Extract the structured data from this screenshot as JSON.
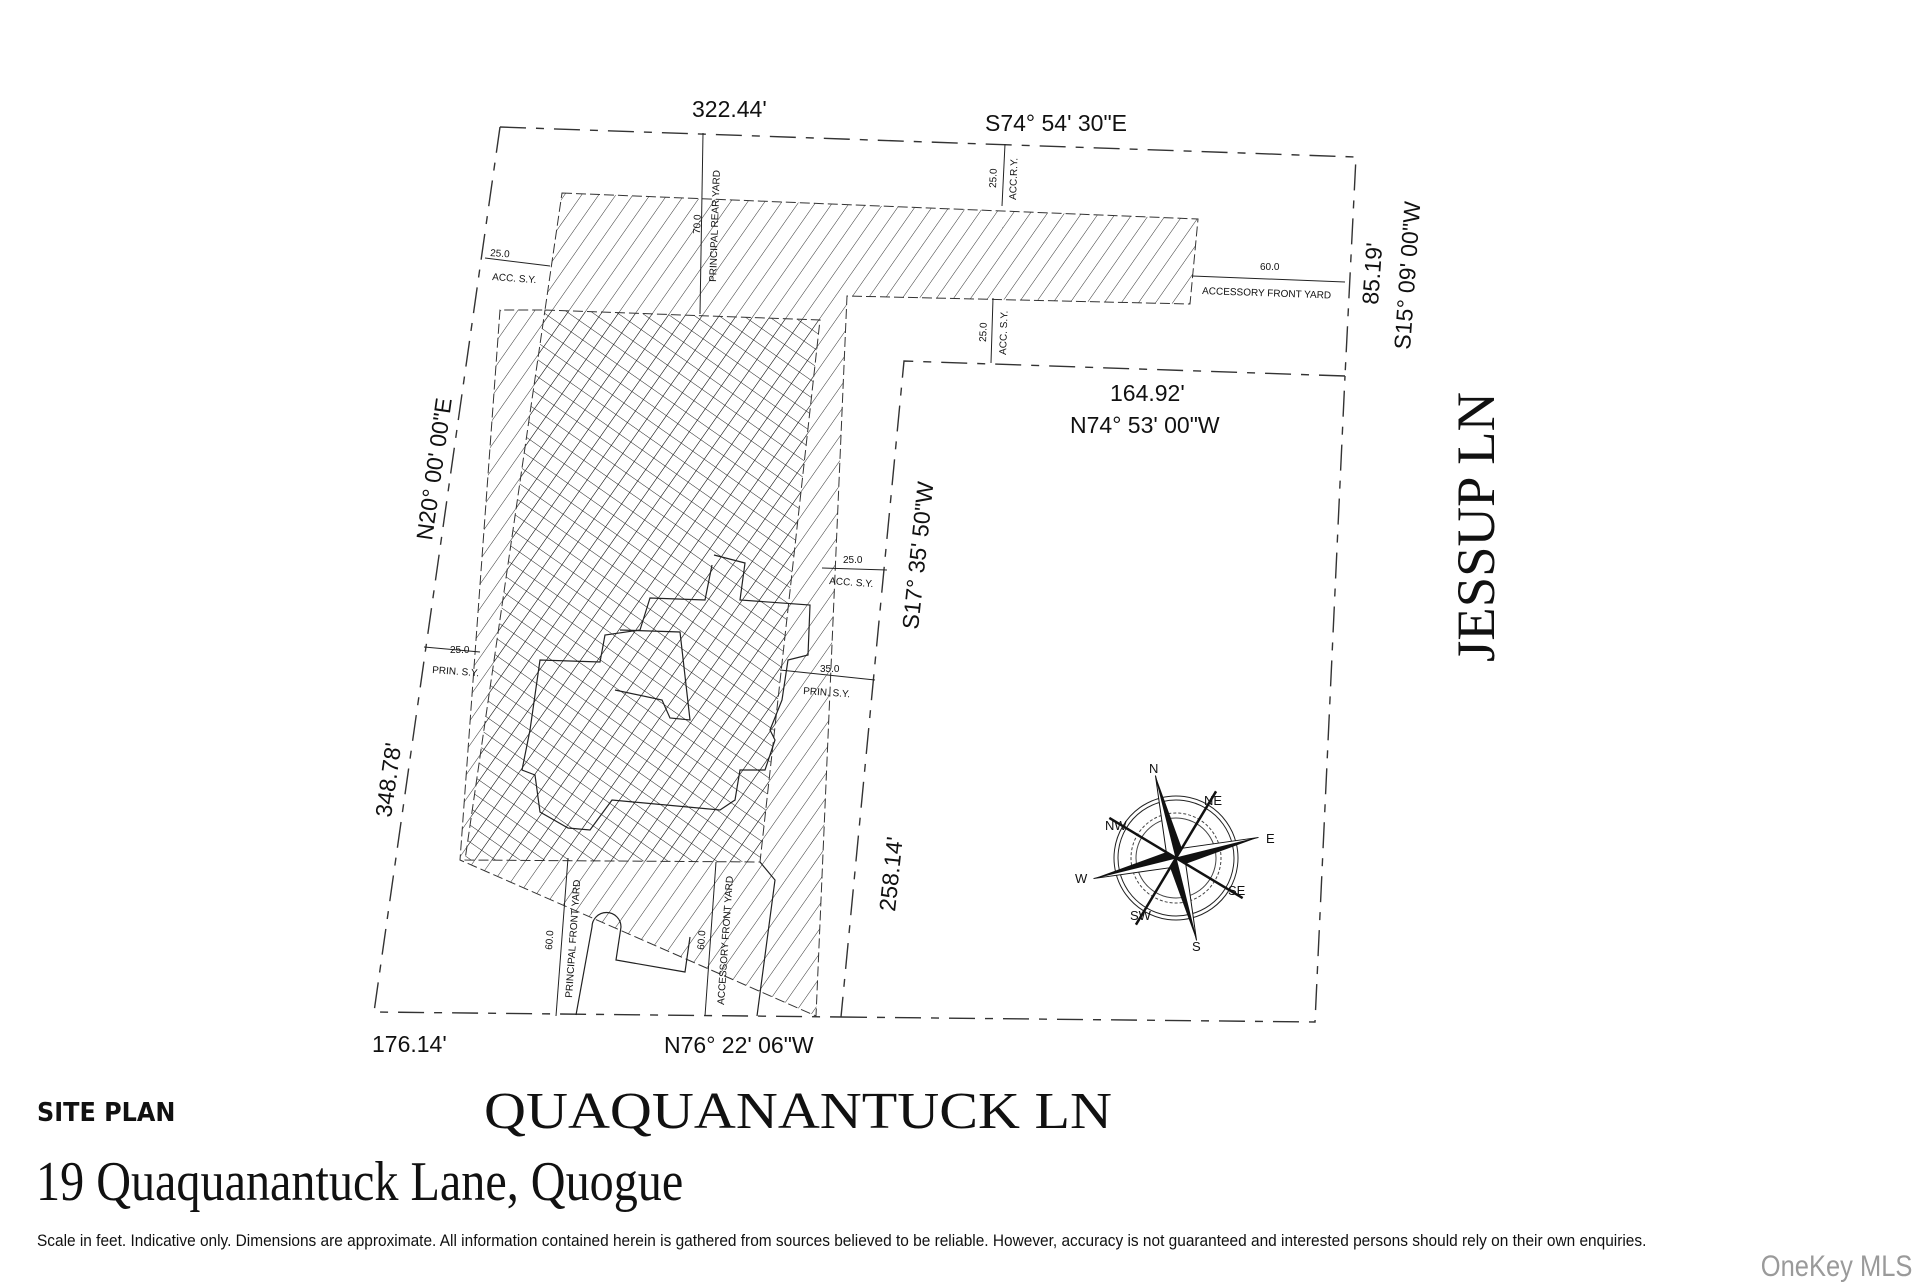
{
  "title": {
    "label": "SITE PLAN",
    "address": "19 Quaquanantuck Lane, Quogue"
  },
  "streets": {
    "south": "QUAQUANANTUCK LN",
    "east": "JESSUP LN"
  },
  "boundaries": {
    "north_length": "322.44'",
    "north_bearing": "S74° 54' 30\"E",
    "east_upper_length": "85.19'",
    "east_upper_bearing": "S15° 09' 00\"W",
    "inner_south_length": "164.92'",
    "inner_south_bearing": "N74° 53' 00\"W",
    "inner_west_bearing": "S17° 35' 50\"W",
    "inner_west_length": "258.14'",
    "west_bearing": "N20° 00' 00\"E",
    "west_length": "348.78'",
    "south_length": "176.14'",
    "south_bearing": "N76° 22' 06\"W"
  },
  "setbacks": [
    {
      "value": "70.0",
      "label": "PRINCIPAL REAR YARD"
    },
    {
      "value": "25.0",
      "label": "ACC.R.Y."
    },
    {
      "value": "25.0",
      "label": "ACC. S.Y."
    },
    {
      "value": "60.0",
      "label": "ACCESSORY FRONT YARD"
    },
    {
      "value": "25.0",
      "label": "ACC. S.Y."
    },
    {
      "value": "25.0",
      "label": "ACC. S.Y."
    },
    {
      "value": "25.0",
      "label": "PRIN. S.Y."
    },
    {
      "value": "35.0",
      "label": "PRIN. S.Y."
    },
    {
      "value": "60.0",
      "label": "PRINCIPAL FRONT YARD"
    },
    {
      "value": "60.0",
      "label": "ACCESSORY FRONT YARD"
    }
  ],
  "compass": {
    "n": "N",
    "ne": "NE",
    "e": "E",
    "se": "SE",
    "s": "S",
    "sw": "SW",
    "w": "W",
    "nw": "NW"
  },
  "footer": {
    "disclaimer": "Scale in feet. Indicative only. Dimensions are approximate. All information contained herein is gathered from sources believed to be reliable. However, accuracy is not guaranteed and interested persons should rely on their own enquiries.",
    "watermark": "OneKey MLS"
  }
}
